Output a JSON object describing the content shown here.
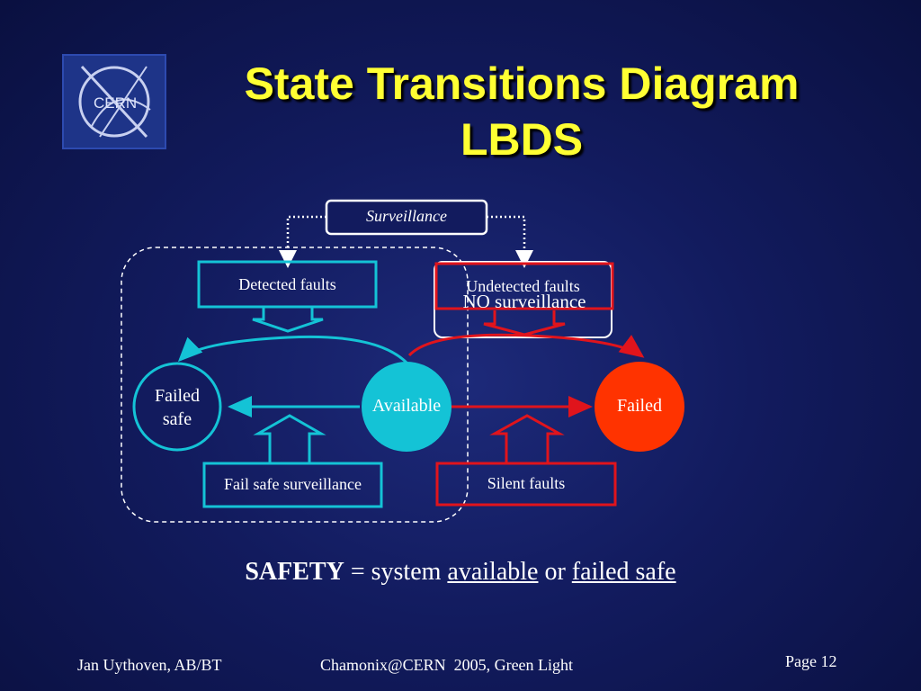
{
  "logo": {
    "text": "CERN"
  },
  "title": {
    "line1": "State Transitions Diagram",
    "line2": "LBDS"
  },
  "diagram": {
    "surveillance": "Surveillance",
    "detected_faults": "Detected faults",
    "undetected_faults": "Undetected faults",
    "no_surveillance": "NO surveillance",
    "failed_safe_line1": "Failed",
    "failed_safe_line2": "safe",
    "available": "Available",
    "failed": "Failed",
    "fail_safe_surveillance": "Fail safe surveillance",
    "silent_faults": "Silent faults"
  },
  "safety": {
    "bold": "SAFETY",
    "eq_system": " = system ",
    "available": "available",
    "or": " or ",
    "failed_safe": "failed safe"
  },
  "footer": {
    "author": "Jan Uythoven, AB/BT",
    "event": "Chamonix@CERN  2005, Green Light",
    "page": "Page 12"
  },
  "colors": {
    "title": "#ffff33",
    "cyan": "#14c3d6",
    "red": "#e0141c",
    "failed_fill": "#ff3300"
  }
}
